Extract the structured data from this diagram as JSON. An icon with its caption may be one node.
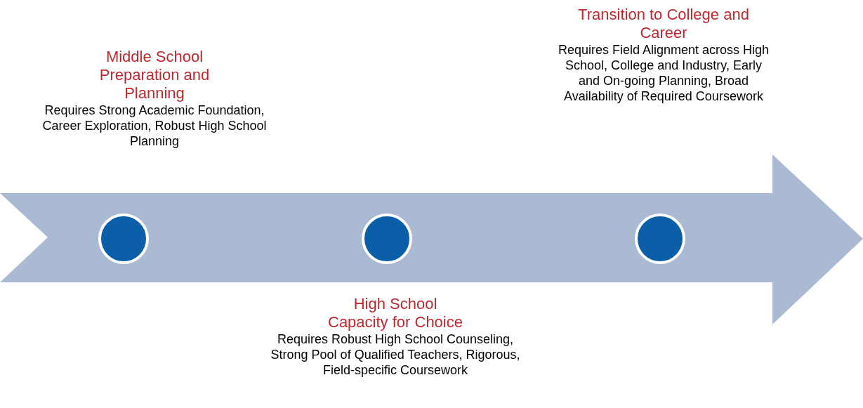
{
  "diagram": {
    "nodes": [
      {
        "text": [],
        "shape": "circle",
        "beside": [
          "Middle School Preparation and Planning",
          "Requires Strong Academic Foundation, Career Exploration, Robust High School Planning"
        ]
      },
      {
        "text": [],
        "shape": "circle",
        "beside": [
          "High School Capacity for Choice",
          "Requires Robust High School Counseling, Strong Pool of Qualified Teachers, Rigorous, Field-specific Coursework"
        ]
      },
      {
        "text": [],
        "shape": "circle",
        "beside": [
          "Transition to College and Career",
          "Requires Field Alignment across High School, College and Industry, Early and On-going Planning, Broad Availability of Required Coursework"
        ]
      }
    ]
  }
}
